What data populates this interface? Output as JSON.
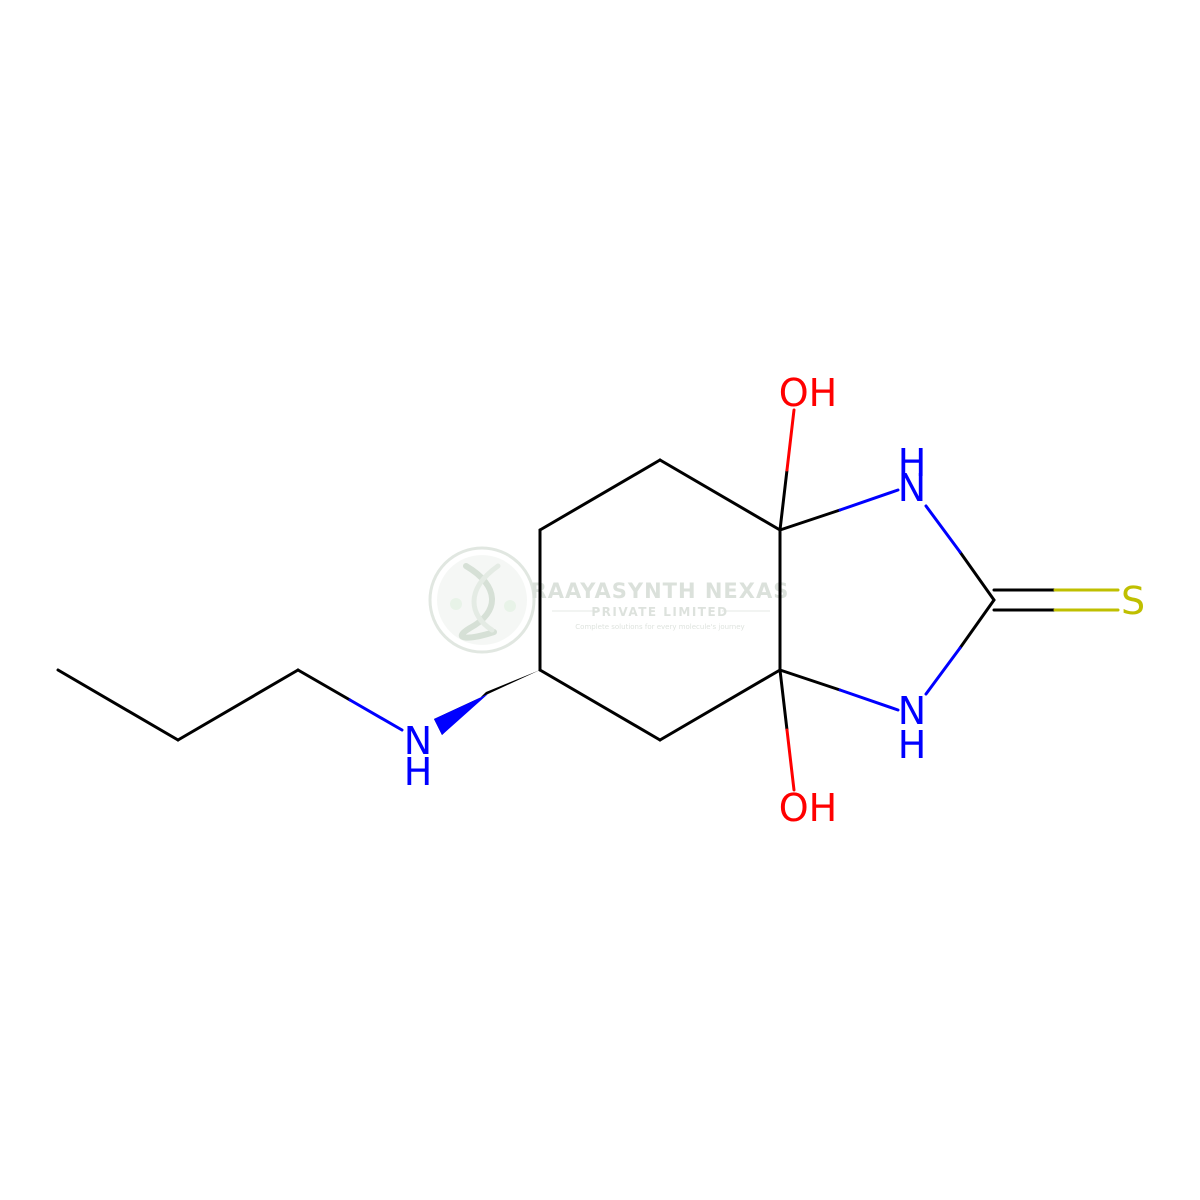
{
  "colors": {
    "bond": "#000000",
    "nitrogen": "#0000ff",
    "oxygen": "#ff0000",
    "sulfur": "#bfbf00",
    "background": "#ffffff",
    "watermark": "#b8c7b8"
  },
  "labels": {
    "oh_top": "OH",
    "oh_bottom": "OH",
    "nh_top_h": "H",
    "nh_top_n": "N",
    "nh_bottom_n": "N",
    "nh_bottom_h": "H",
    "sulfur": "S",
    "amine_n": "N",
    "amine_h": "H"
  },
  "watermark": {
    "company": "RAAYASYNTH NEXAS",
    "subtitle": "PRIVATE LIMITED",
    "tagline": "Complete solutions for every molecule's journey"
  }
}
